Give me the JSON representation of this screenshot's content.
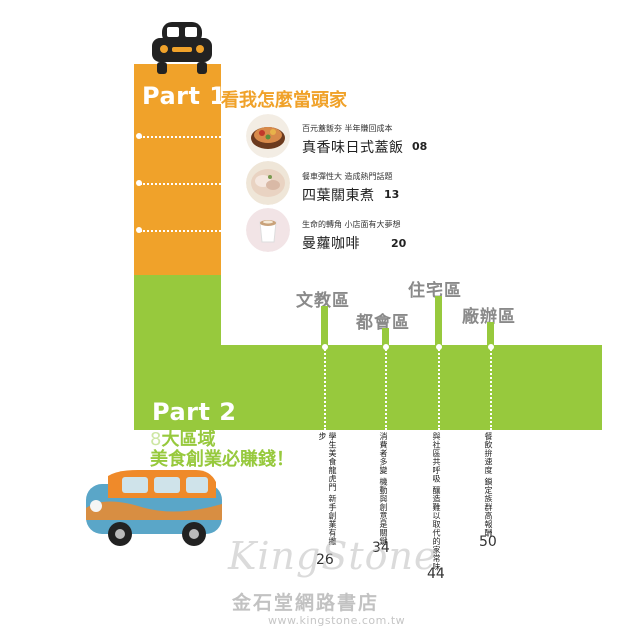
{
  "part1": {
    "title": "Part 1",
    "subtitle": "看我怎麼當頭家",
    "items": [
      {
        "small": "百元蓋飯夯  半年賺回成本",
        "big": "真香味日式蓋飯",
        "page": "08"
      },
      {
        "small": "餐車彈性大  造成熱門話題",
        "big": "四葉關東煮",
        "page": "13"
      },
      {
        "small": "生命的轉角  小店面有大夢想",
        "big": "曼蘿咖啡",
        "page": "20"
      }
    ]
  },
  "part2": {
    "title": "Part 2",
    "subtitle_num": "8",
    "subtitle_line1": "大區域",
    "subtitle_line2": "美食創業必賺錢！",
    "districts": [
      {
        "name": "文教區",
        "text": "學生美食龍虎門  新手創業有撇步",
        "page": "26"
      },
      {
        "name": "都會區",
        "text": "消費者多變  機動與創意是關鍵",
        "page": "34"
      },
      {
        "name": "住宅區",
        "text": "與社區共呼吸  釀造難以取代的家常味",
        "page": "44"
      },
      {
        "name": "廠辦區",
        "text": "餐飲拚速度  鎖定族群高報酬",
        "page": "50"
      }
    ]
  },
  "watermark": {
    "brand": "KingStone",
    "chinese": "金石堂網路書店",
    "url": "www.kingstone.com.tw"
  },
  "colors": {
    "orange": "#f0a22a",
    "green": "#97c93d"
  },
  "icons": [
    "car-icon",
    "van-image"
  ]
}
